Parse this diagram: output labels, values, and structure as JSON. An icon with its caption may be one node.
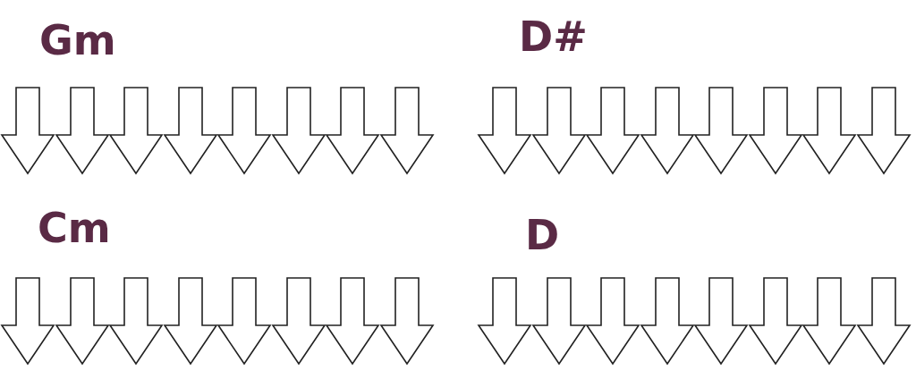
{
  "diagram": {
    "labels": [
      "Gm",
      "D#",
      "Cm",
      "D"
    ]
  }
}
